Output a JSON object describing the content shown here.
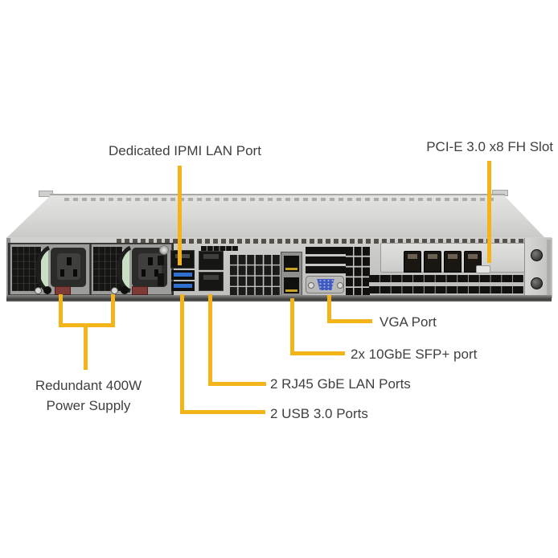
{
  "callouts": [
    {
      "id": "ipmi",
      "label": "Dedicated IPMI LAN Port"
    },
    {
      "id": "pcie",
      "label": "PCI-E 3.0 x8 FH Slot"
    },
    {
      "id": "vga",
      "label": "VGA Port"
    },
    {
      "id": "sfp",
      "label": "2x 10GbE SFP+ port"
    },
    {
      "id": "lan",
      "label": "2 RJ45 GbE LAN Ports"
    },
    {
      "id": "usb",
      "label": "2 USB 3.0 Ports"
    },
    {
      "id": "psu",
      "label": "Redundant 400W Power Supply",
      "line1": "Redundant 400W",
      "line2": "Power Supply"
    }
  ],
  "colors": {
    "callout_line": "#F2B418",
    "label_text": "#3F3F3F",
    "chassis_light": "#D7D7D5",
    "chassis_panel": "#C7C7C5",
    "usb_blue": "#2E6FD0",
    "vga_blue": "#4059C0",
    "psu_latch_red": "#7E3A34",
    "background": "#FFFFFF"
  }
}
